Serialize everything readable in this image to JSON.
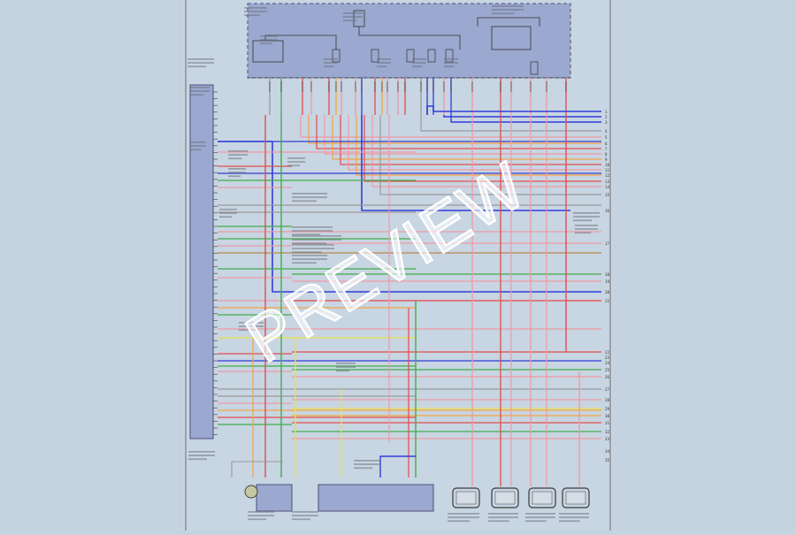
{
  "watermark": "PREVIEW",
  "colors": {
    "background": "#c5d3e0",
    "sheet": "#c8d5e2",
    "fuse_box": "#9ba8cf",
    "ecm_block": "#9ba8cf",
    "frame": "#6b6b6b",
    "wire_red": "#e14d4d",
    "wire_pink": "#ef9aa6",
    "wire_blue": "#2f3fd9",
    "wire_green": "#3fae4a",
    "wire_orange": "#f1a545",
    "wire_yellow": "#e9e04b",
    "wire_brown": "#b8864b",
    "wire_gray": "#9a9a9a"
  },
  "connectors": {
    "right": [
      "1",
      "2",
      "3",
      "4",
      "5",
      "6",
      "7",
      "8",
      "9",
      "10",
      "11",
      "12",
      "13",
      "14",
      "15",
      "16",
      "17",
      "18",
      "19",
      "20",
      "21",
      "22",
      "23",
      "24",
      "25",
      "26",
      "27",
      "28",
      "29",
      "30",
      "31",
      "32",
      "33",
      "34",
      "35"
    ]
  }
}
